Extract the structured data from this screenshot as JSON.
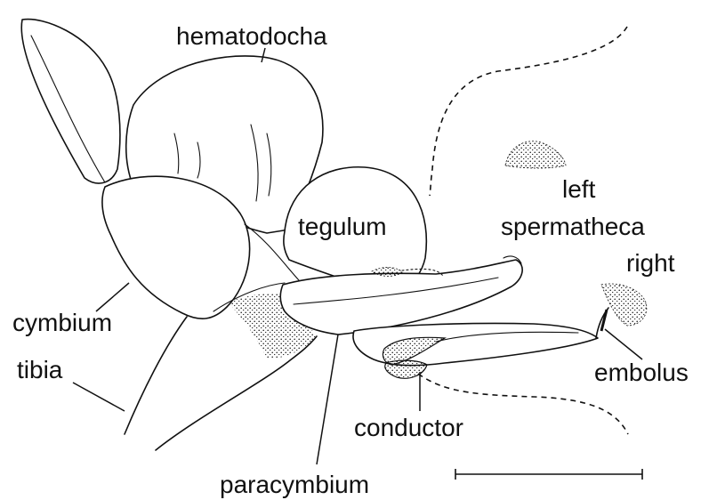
{
  "labels": {
    "hematodocha": "hematodocha",
    "tegulum": "tegulum",
    "left": "left",
    "spermatheca": "spermatheca",
    "right": "right",
    "cymbium": "cymbium",
    "embolus": "embolus",
    "tibia": "tibia",
    "conductor": "conductor",
    "paracymbium": "paracymbium"
  }
}
